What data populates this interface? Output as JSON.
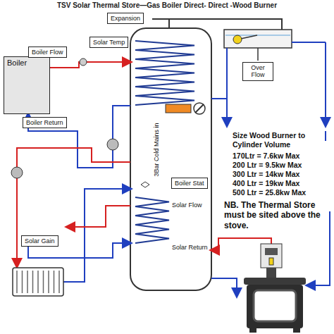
{
  "diagram": {
    "title": "TSV Solar Thermal Store—Gas Boiler Direct- Direct -Wood Burner",
    "nodes": [
      {
        "text": [
          "Expansion"
        ]
      },
      {
        "text": [
          "Over Flow"
        ]
      },
      {
        "text": [
          "Boiler"
        ]
      },
      {
        "text": [
          "Boiler Flow"
        ]
      },
      {
        "text": [
          "Solar Temp"
        ]
      },
      {
        "text": [
          "Boiler Return"
        ]
      },
      {
        "text": [
          "Boiler Stat"
        ]
      },
      {
        "text": [
          "Solar Gain"
        ]
      }
    ],
    "labels": [
      "3Bar Cold Mains in",
      "Solar Flow",
      "Solar Return",
      "Size Wood Burner to Cylinder Volume",
      "170Ltr = 7.6kw Max",
      "200 Ltr = 9.5kw Max",
      "300 Ltr = 14kw Max",
      "400 Ltr = 19kw Max",
      "500 Ltr = 25.8kw Max",
      "NB. The Thermal Store must be sited above the stove."
    ]
  }
}
